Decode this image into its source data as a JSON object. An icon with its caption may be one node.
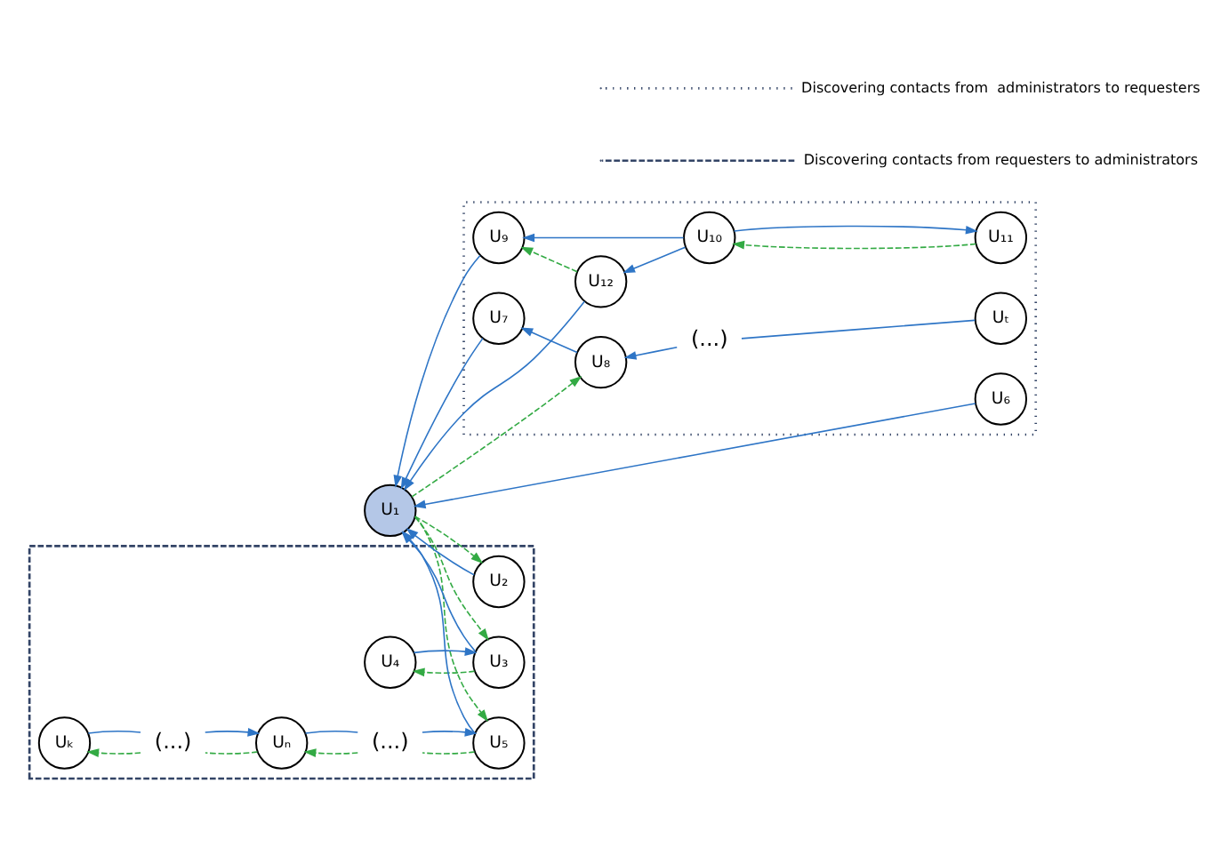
{
  "diagram": {
    "nodes": [
      {
        "text": [],
        "shape": "box"
      },
      {
        "text": [
          "U₁₁"
        ],
        "in": 0
      },
      {
        "text": [
          "U₈"
        ],
        "in": 0
      },
      {
        "text": [
          "(...)"
        ],
        "in": 0
      },
      {
        "text": [
          "Uₜ"
        ],
        "in": 0
      },
      {
        "text": [
          "U₁₀"
        ],
        "in": 0
      },
      {
        "text": [
          "U₇"
        ],
        "in": 0
      },
      {
        "text": [
          "U₉"
        ],
        "in": 0
      },
      {
        "text": [
          "U₁₂"
        ],
        "in": 0
      },
      {
        "text": [
          "U₆"
        ],
        "in": 0
      },
      {
        "text": [
          "U₁"
        ]
      },
      {
        "text": [],
        "shape": "box"
      },
      {
        "text": [
          "U₂"
        ],
        "in": 11
      },
      {
        "text": [
          "U₃"
        ],
        "in": 11
      },
      {
        "text": [
          "U₄"
        ],
        "in": 11
      },
      {
        "text": [
          "U₅"
        ],
        "in": 11
      },
      {
        "text": [
          "(...)"
        ],
        "in": 11
      },
      {
        "text": [
          "Uₙ"
        ],
        "in": 11
      },
      {
        "text": [
          "(...)"
        ],
        "in": 11
      },
      {
        "text": [
          "Uₖ"
        ],
        "in": 11
      }
    ],
    "edges": [
      {
        "from": 4,
        "to": 3,
        "arrow": "none"
      },
      {
        "from": 3,
        "to": 2,
        "arrow": "to"
      },
      {
        "from": 2,
        "to": 6,
        "arrow": "to"
      },
      {
        "from": 6,
        "to": 10,
        "arrow": "to"
      },
      {
        "from": 10,
        "to": 2,
        "arrow": "to",
        "style": "dashed",
        "color": "#33aa44"
      },
      {
        "from": 5,
        "to": 1,
        "arrow": "to"
      },
      {
        "from": 1,
        "to": 5,
        "arrow": "to",
        "style": "dashed",
        "color": "#33aa44"
      },
      {
        "from": 5,
        "to": 7,
        "arrow": "to"
      },
      {
        "from": 5,
        "to": 8,
        "arrow": "to"
      },
      {
        "from": 8,
        "to": 7,
        "arrow": "to",
        "style": "dashed",
        "color": "#33aa44"
      },
      {
        "from": 7,
        "to": 10,
        "arrow": "to"
      },
      {
        "from": 8,
        "to": 10,
        "arrow": "to"
      },
      {
        "from": 9,
        "to": 10,
        "arrow": "to"
      },
      {
        "from": 12,
        "to": 10,
        "arrow": "to"
      },
      {
        "from": 10,
        "to": 12,
        "arrow": "to",
        "style": "dashed",
        "color": "#33aa44"
      },
      {
        "from": 13,
        "to": 10,
        "arrow": "to"
      },
      {
        "from": 10,
        "to": 13,
        "arrow": "to",
        "style": "dashed",
        "color": "#33aa44"
      },
      {
        "from": 14,
        "to": 13,
        "arrow": "to"
      },
      {
        "from": 13,
        "to": 14,
        "arrow": "to",
        "style": "dashed",
        "color": "#33aa44"
      },
      {
        "from": 15,
        "to": 10,
        "arrow": "to"
      },
      {
        "from": 10,
        "to": 15,
        "arrow": "to",
        "style": "dashed",
        "color": "#33aa44"
      },
      {
        "from": 17,
        "to": 16,
        "arrow": "none"
      },
      {
        "from": 16,
        "to": 15,
        "arrow": "to"
      },
      {
        "from": 15,
        "to": 16,
        "arrow": "none",
        "style": "dashed",
        "color": "#33aa44"
      },
      {
        "from": 16,
        "to": 17,
        "arrow": "to",
        "style": "dashed",
        "color": "#33aa44"
      },
      {
        "from": 19,
        "to": 18,
        "arrow": "none"
      },
      {
        "from": 18,
        "to": 17,
        "arrow": "to"
      },
      {
        "from": 17,
        "to": 18,
        "arrow": "none",
        "style": "dashed",
        "color": "#33aa44"
      },
      {
        "from": 18,
        "to": 19,
        "arrow": "to",
        "style": "dashed",
        "color": "#33aa44"
      }
    ],
    "legend": [
      {
        "text": "Discovering contacts from  administrators to requesters"
      },
      {
        "text": "Discovering contacts from requesters to administrators"
      }
    ]
  }
}
